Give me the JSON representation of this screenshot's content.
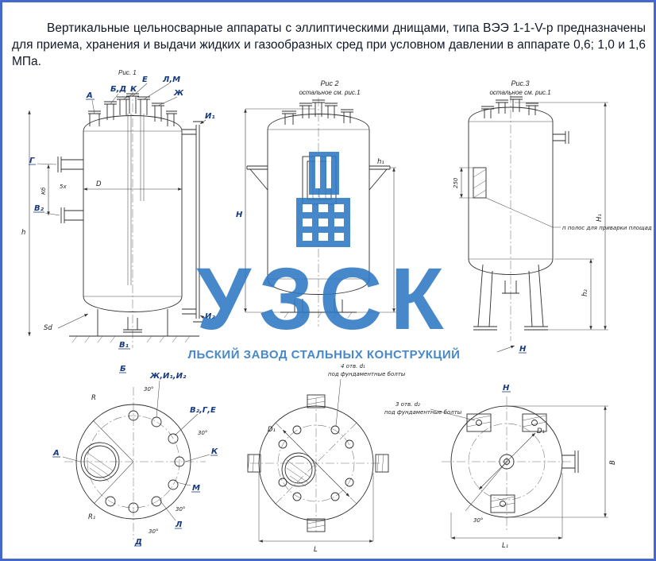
{
  "intro": {
    "text": "Вертикальные цельносварные аппараты с эллиптическими днищами, типа ВЭЭ 1-1-V-р предназначены для приема, хранения и выдачи жидких и газообразных сред при условном давлении в аппарате 0,6; 1,0 и 1,6 МПа."
  },
  "watermark": {
    "big": "УЗСК",
    "line": "ЛЬСКИЙ ЗАВОД СТАЛЬНЫХ КОНСТРУКЦИЙ"
  },
  "fig1": {
    "caption": "Рис. 1",
    "labels": {
      "a": "А",
      "bd": "Б,Д",
      "k": "К",
      "e": "Е",
      "lm": "Л,М",
      "zh": "Ж",
      "i1": "И₁",
      "i2": "И₂",
      "g": "Г",
      "v2": "В₂",
      "v1": "В₁",
      "D": "D",
      "sd": "Sd",
      "h": "h",
      "x5": "5х",
      "kb": "Кб"
    }
  },
  "fig2": {
    "caption": "Рис 2",
    "note": "остальное см. рис.1",
    "labels": {
      "H": "Н",
      "h1": "h₁"
    }
  },
  "fig3": {
    "caption": "Рис.3",
    "note": "остальное см. рис.1",
    "labels": {
      "dim250": "250",
      "pads_note": "п полос для приварки площад",
      "H": "Н",
      "h2": "h₂",
      "H1": "Н₁"
    }
  },
  "viewB": {
    "title": "Б",
    "labels": {
      "zhii": "Ж,И₁,И₂",
      "vge": "В₂,Г,Е",
      "k": "К",
      "m": "М",
      "l": "Л",
      "d": "Д",
      "a": "А",
      "r": "R",
      "r1": "R₁",
      "ang30": "30°"
    }
  },
  "viewC": {
    "note1": "4 отв. d₁",
    "note2": "под фундаментные болты",
    "labels": {
      "d1": "D₁",
      "L": "L"
    }
  },
  "viewH": {
    "title": "Н",
    "note1": "3 отв. d₂",
    "note2": "под фундаментные болты",
    "labels": {
      "d1": "D₁",
      "b": "В",
      "l1": "L₁",
      "ang30": "30°"
    }
  }
}
